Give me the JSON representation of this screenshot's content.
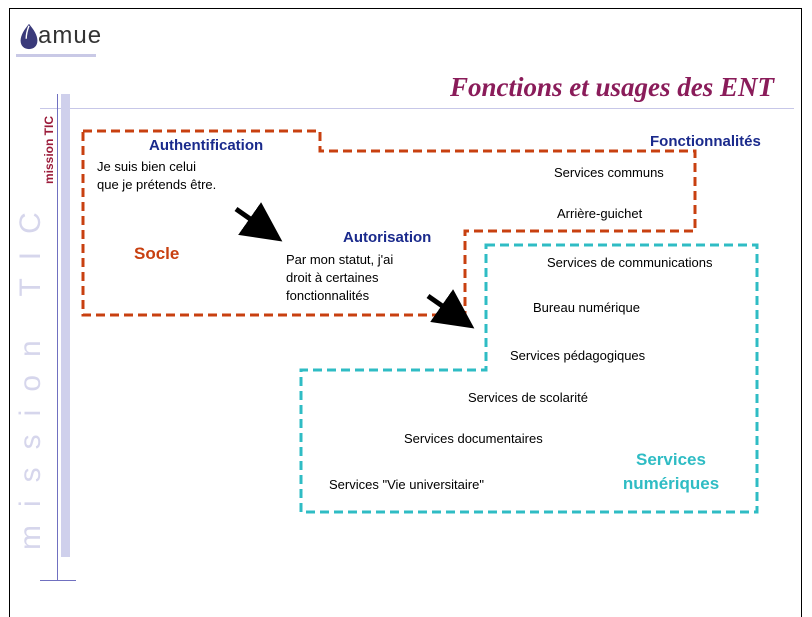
{
  "logo": {
    "brand": "amue"
  },
  "sidebar": {
    "label": "mission TIC",
    "watermark": "mission TIC"
  },
  "title": "Fonctions et usages des ENT",
  "headers": {
    "authentification": "Authentification",
    "autorisation": "Autorisation",
    "fonctionnalites": "Fonctionnalités"
  },
  "texts": {
    "auth_line1": "Je suis bien celui",
    "auth_line2": "que je prétends être.",
    "autor_line1": "Par mon statut, j'ai",
    "autor_line2": "droit à certaines",
    "autor_line3": "fonctionnalités"
  },
  "socle": "Socle",
  "services_numeriques": {
    "line1": "Services",
    "line2": "numériques"
  },
  "services": [
    "Services communs",
    "Arrière-guichet",
    "Services de communications",
    "Bureau numérique",
    "Services pédagogiques",
    "Services de scolarité",
    "Services documentaires",
    "Services \"Vie universitaire\""
  ],
  "colors": {
    "socle_border": "#c84010",
    "services_border": "#2fbcc4",
    "header_blue": "#1a2a8c",
    "title": "#8a1c5a"
  }
}
